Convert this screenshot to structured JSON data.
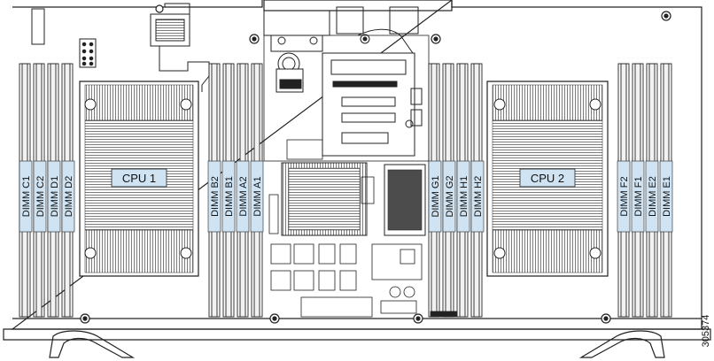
{
  "figure_id": "305374",
  "cpus": [
    {
      "id": "cpu1",
      "label": "CPU 1"
    },
    {
      "id": "cpu2",
      "label": "CPU 2"
    }
  ],
  "dimm_banks": [
    {
      "id": "bank-c-d",
      "slots": [
        "DIMM C1",
        "DIMM C2",
        "DIMM D1",
        "DIMM D2"
      ]
    },
    {
      "id": "bank-b-a",
      "slots": [
        "DIMM B2",
        "DIMM B1",
        "DIMM A2",
        "DIMM A1"
      ]
    },
    {
      "id": "bank-g-h",
      "slots": [
        "DIMM G1",
        "DIMM G2",
        "DIMM H1",
        "DIMM H2"
      ]
    },
    {
      "id": "bank-f-e",
      "slots": [
        "DIMM F2",
        "DIMM F1",
        "DIMM E2",
        "DIMM E1"
      ]
    }
  ],
  "colors": {
    "label_fill": "#cfe3f3",
    "line": "#222222",
    "background": "#ffffff"
  }
}
